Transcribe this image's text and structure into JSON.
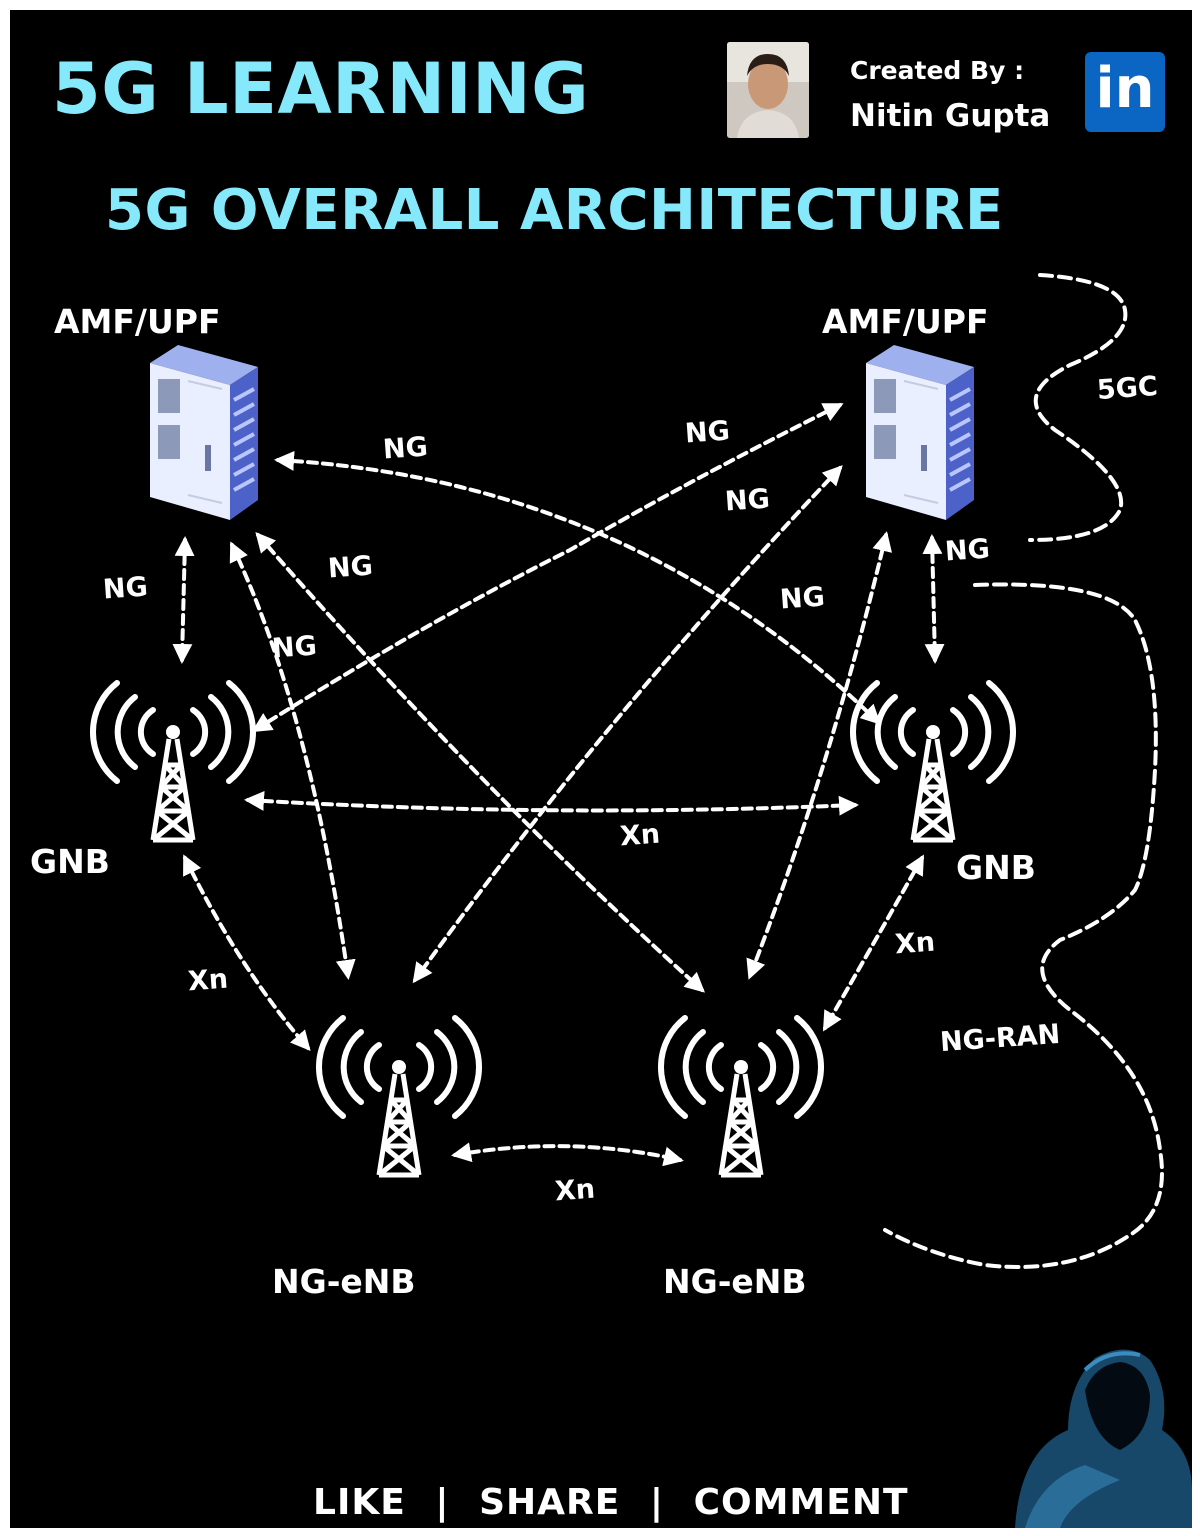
{
  "header": {
    "title": "5G LEARNING",
    "created_by_label": "Created By :",
    "author": "Nitin Gupta",
    "linkedin_logo": "in"
  },
  "subtitle": "5G OVERALL ARCHITECTURE",
  "nodes": {
    "amf_left": "AMF/UPF",
    "amf_right": "AMF/UPF",
    "gnb_left": "GNB",
    "gnb_right": "GNB",
    "ngenb_left": "NG-eNB",
    "ngenb_right": "NG-eNB"
  },
  "link_labels": {
    "ng_cross_top": "NG",
    "ng_right_upper": "NG",
    "ng_right_mid": "NG",
    "ng_left_vertical": "NG",
    "ng_left_diag": "NG",
    "ng_left_inner": "NG",
    "ng_right_inner": "NG",
    "ng_right_vertical": "NG",
    "xn_gnb": "Xn",
    "xn_left": "Xn",
    "xn_right": "Xn",
    "xn_bottom": "Xn"
  },
  "groups": {
    "core": "5GC",
    "ran": "NG-RAN"
  },
  "footer": {
    "like": "LIKE",
    "share": "SHARE",
    "comment": "COMMENT",
    "separator": "|"
  },
  "colors": {
    "background": "#000000",
    "title": "#86e9fb",
    "text": "#ffffff",
    "linkedin": "#0a66c2",
    "server_front": "#e9efff",
    "server_side": "#4d62c9"
  },
  "icons": [
    "server-icon",
    "tower-icon",
    "linkedin-icon",
    "author-photo",
    "hooded-figure"
  ]
}
